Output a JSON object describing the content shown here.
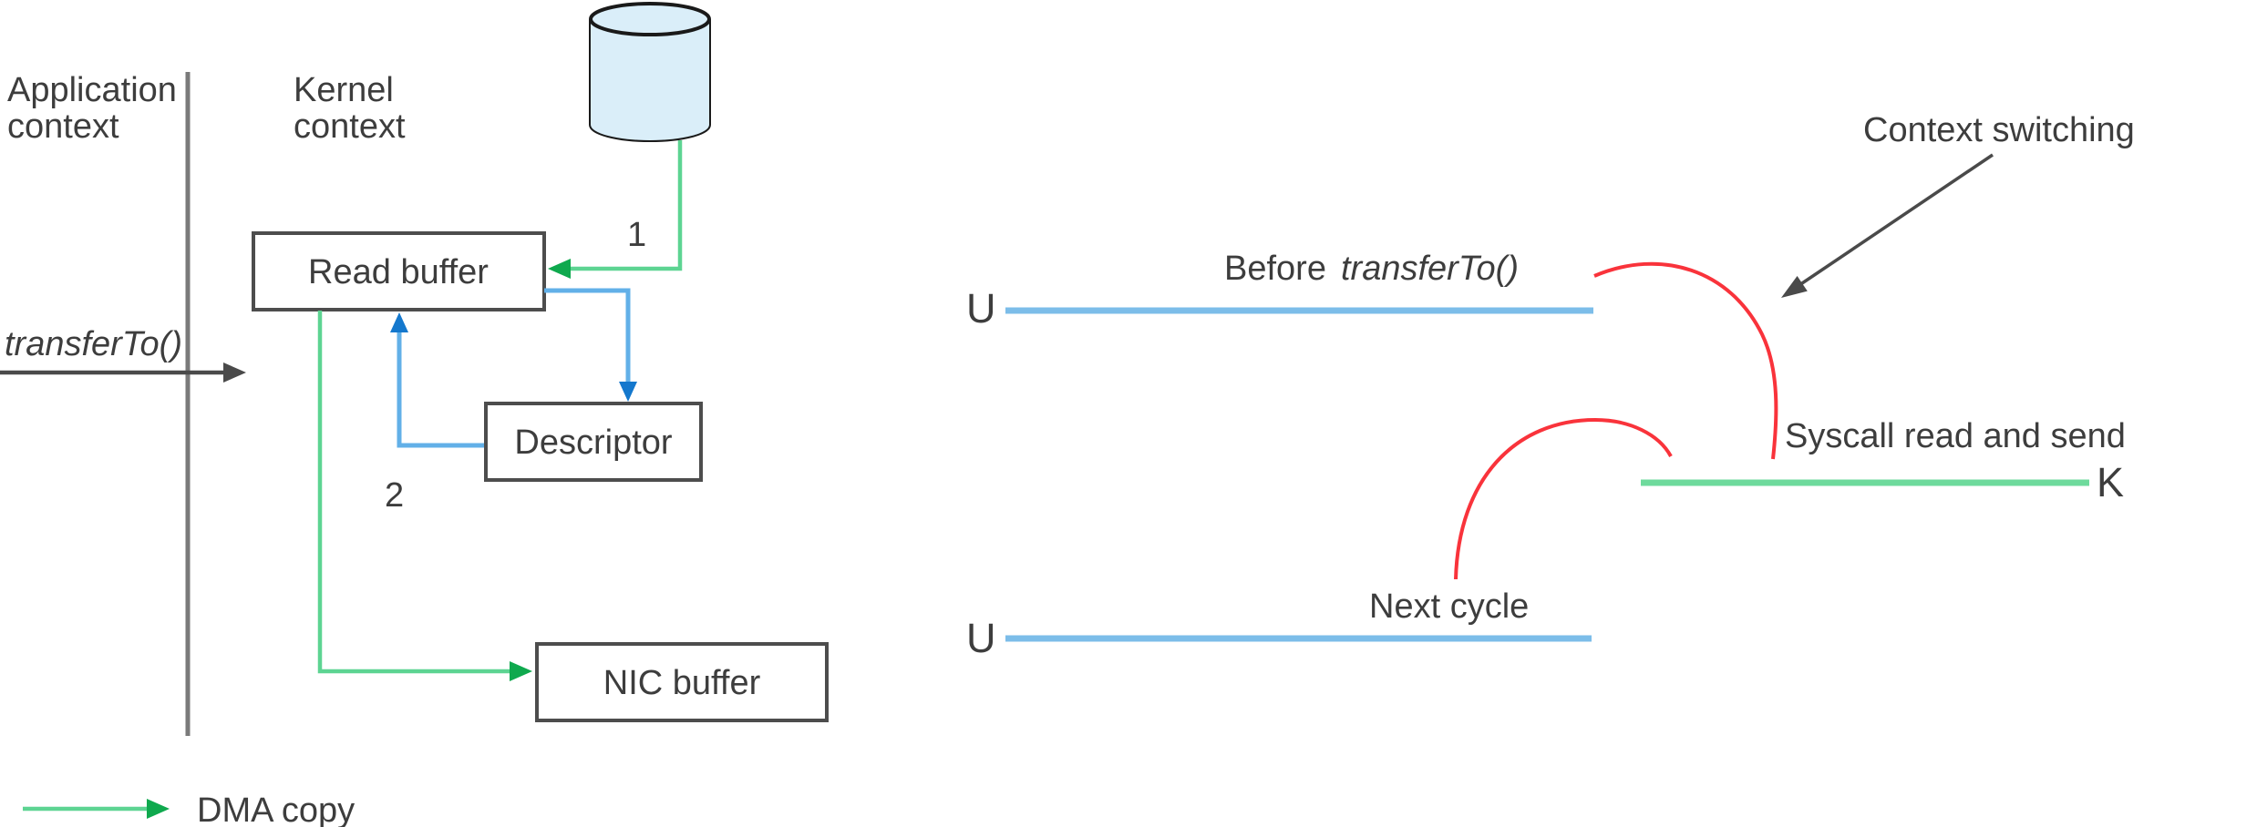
{
  "colors": {
    "green_line": "#5dd492",
    "green_arrowhead": "#0fa94e",
    "blue_line": "#62b0e8",
    "blue_arrowhead": "#1478cd",
    "user_line_blue": "#7cbde9",
    "kernel_line_green": "#6eda9c",
    "red_accent": "#f9333b",
    "box_border_gray": "#4d4d4d",
    "divider_gray": "#7a7a7a",
    "arrow_dark": "#4a4a4a",
    "text_dark": "#3d3d3d",
    "disk_fill": "#daeef9",
    "disk_stroke": "#1a1a1a"
  },
  "left": {
    "app_context_line1": "Application",
    "app_context_line2": "context",
    "kernel_context_line1": "Kernel",
    "kernel_context_line2": "context",
    "transfer_to": "transferTo()",
    "read_buffer": "Read buffer",
    "descriptor": "Descriptor",
    "nic_buffer": "NIC buffer",
    "step_1": "1",
    "step_2": "2",
    "dma_copy": "DMA copy"
  },
  "right": {
    "context_switching": "Context switching",
    "before_prefix": "Before",
    "before_func": "transferTo()",
    "syscall": "Syscall read and send",
    "next_cycle": "Next cycle",
    "u_top": "U",
    "u_bottom": "U",
    "k": "K"
  }
}
